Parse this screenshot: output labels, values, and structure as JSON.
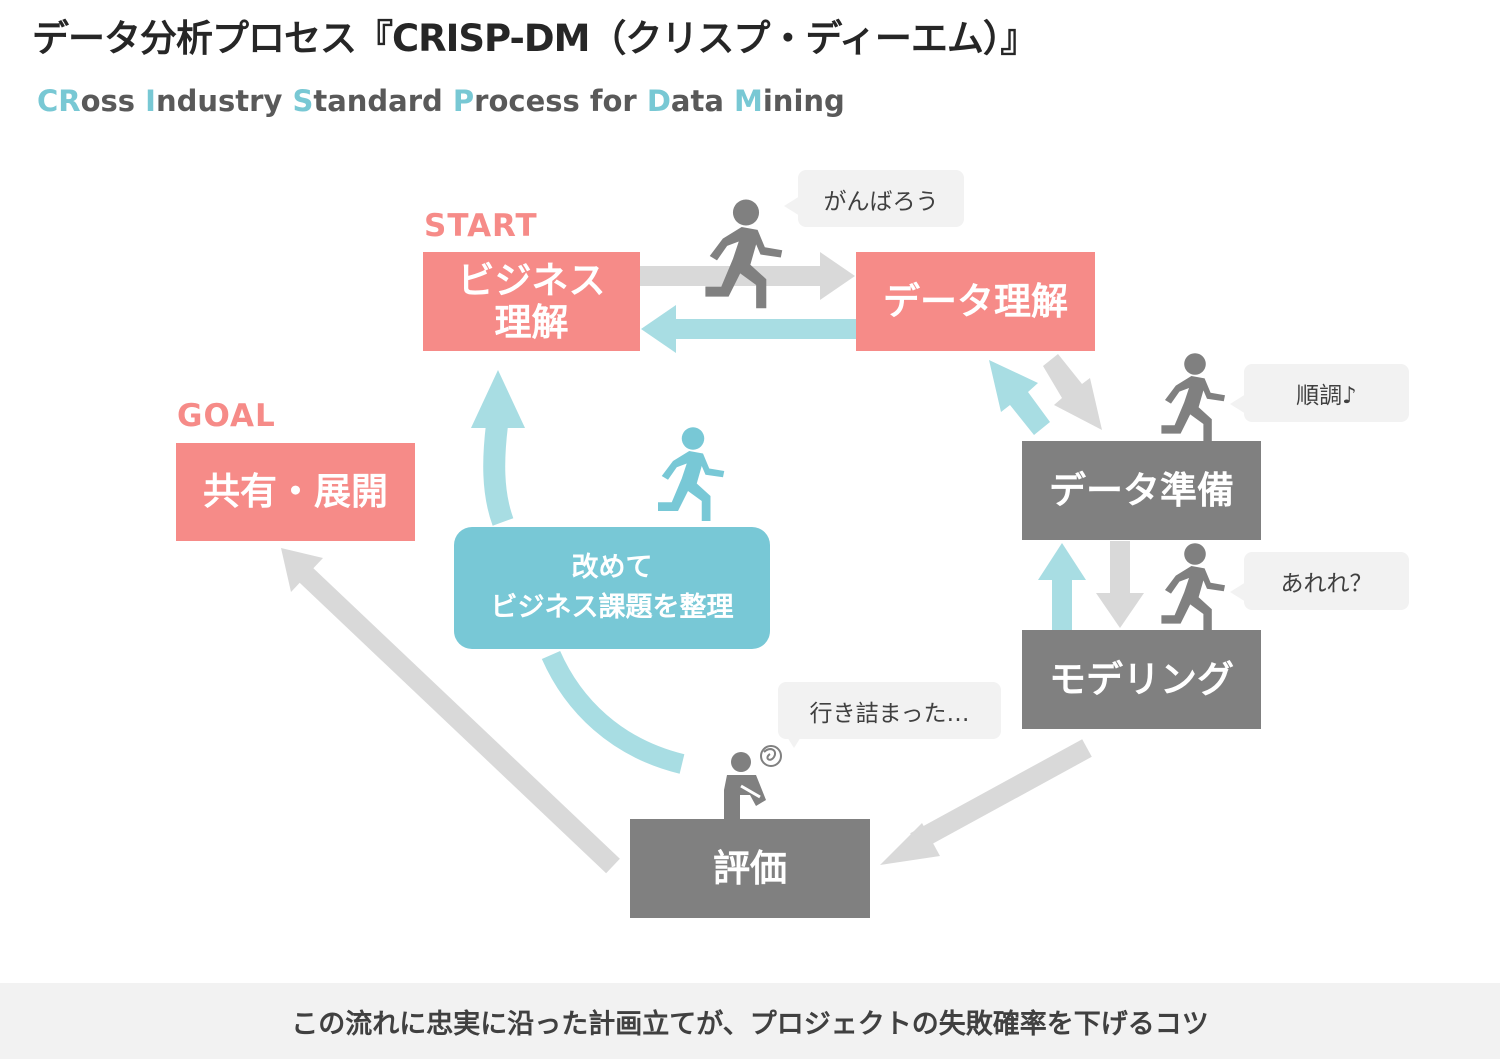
{
  "title": "データ分析プロセス『CRISP-DM（クリスプ・ディーエム）』",
  "subtitle": [
    {
      "text": "CR",
      "accent": true
    },
    {
      "text": "oss ",
      "accent": false
    },
    {
      "text": "I",
      "accent": true
    },
    {
      "text": "ndustry ",
      "accent": false
    },
    {
      "text": "S",
      "accent": true
    },
    {
      "text": "tandard ",
      "accent": false
    },
    {
      "text": "P",
      "accent": true
    },
    {
      "text": "rocess for ",
      "accent": false
    },
    {
      "text": "D",
      "accent": true
    },
    {
      "text": "ata ",
      "accent": false
    },
    {
      "text": "M",
      "accent": true
    },
    {
      "text": "ining",
      "accent": false
    }
  ],
  "labels": {
    "start": "START",
    "goal": "GOAL"
  },
  "steps": {
    "business_understanding": [
      "ビジネス",
      "理解"
    ],
    "data_understanding": "データ理解",
    "data_preparation": "データ準備",
    "modeling": "モデリング",
    "evaluation": "評価",
    "deployment": "共有・展開",
    "rethink": [
      "改めて",
      "ビジネス課題を整理"
    ]
  },
  "bubbles": {
    "ganbarou": "がんばろう",
    "junchou": "順調♪",
    "areree": "あれれ？",
    "ikizumatta": "行き詰まった…"
  },
  "footer": "この流れに忠実に沿った計画立てが、プロジェクトの失敗確率を下げるコツ",
  "colors": {
    "pink": "#f68b88",
    "gray": "#808080",
    "teal": "#78c8d6",
    "light_teal": "#a8dde3",
    "light_gray": "#d9d9d9"
  }
}
